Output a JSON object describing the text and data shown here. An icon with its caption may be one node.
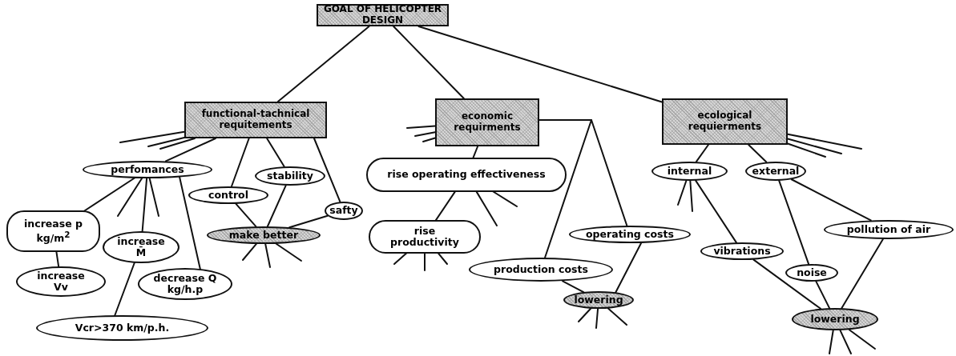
{
  "diagram": {
    "nodes": [
      {
        "text": [
          "GOAL OF HELICOPTER DESIGN"
        ]
      },
      {
        "text": [
          "functional-tachnical requitements"
        ]
      },
      {
        "text": [
          "economic requirments"
        ]
      },
      {
        "text": [
          "ecological requierments"
        ]
      },
      {
        "text": [
          "perfomances"
        ]
      },
      {
        "text": [
          "control"
        ]
      },
      {
        "text": [
          "stability"
        ]
      },
      {
        "text": [
          "safty"
        ]
      },
      {
        "text": [
          "make better"
        ]
      },
      {
        "text": [
          "increase p kg/m$^{2}$"
        ]
      },
      {
        "text": [
          "increase M̄"
        ]
      },
      {
        "text": [
          "increase Vv"
        ]
      },
      {
        "text": [
          "decrease Q kg/h.p"
        ]
      },
      {
        "text": [
          "Vcr>370 km/p.h."
        ]
      },
      {
        "text": [
          "rise operating effectiveness"
        ]
      },
      {
        "text": [
          "rise productivity"
        ]
      },
      {
        "text": [
          "operating costs"
        ]
      },
      {
        "text": [
          "production costs"
        ]
      },
      {
        "text": [
          "lowering"
        ]
      },
      {
        "text": [
          "internal"
        ]
      },
      {
        "text": [
          "external"
        ]
      },
      {
        "text": [
          "vibrations"
        ]
      },
      {
        "text": [
          "noise"
        ]
      },
      {
        "text": [
          "pollution of air"
        ]
      },
      {
        "text": [
          "lowering"
        ]
      }
    ],
    "edges": [
      {
        "from": 0,
        "to": 1,
        "arrow": "none"
      },
      {
        "from": 0,
        "to": 2,
        "arrow": "none"
      },
      {
        "from": 0,
        "to": 3,
        "arrow": "none"
      },
      {
        "from": 1,
        "to": 4,
        "arrow": "none"
      },
      {
        "from": 1,
        "to": 5,
        "arrow": "none"
      },
      {
        "from": 1,
        "to": 6,
        "arrow": "none"
      },
      {
        "from": 1,
        "to": 7,
        "arrow": "none"
      },
      {
        "from": 4,
        "to": 9,
        "arrow": "none"
      },
      {
        "from": 4,
        "to": 10,
        "arrow": "none"
      },
      {
        "from": 4,
        "to": 12,
        "arrow": "none"
      },
      {
        "from": 9,
        "to": 11,
        "arrow": "none"
      },
      {
        "from": 13,
        "to": 10,
        "arrow": "none"
      },
      {
        "from": 5,
        "to": 8,
        "arrow": "none"
      },
      {
        "from": 6,
        "to": 8,
        "arrow": "none"
      },
      {
        "from": 7,
        "to": 8,
        "arrow": "none"
      },
      {
        "from": 2,
        "to": 14,
        "arrow": "none"
      },
      {
        "from": 14,
        "to": 15,
        "arrow": "none"
      },
      {
        "from": 2,
        "to": 17,
        "arrow": "none"
      },
      {
        "from": 2,
        "to": 16,
        "arrow": "none"
      },
      {
        "from": 17,
        "to": 18,
        "arrow": "none"
      },
      {
        "from": 16,
        "to": 18,
        "arrow": "none"
      },
      {
        "from": 3,
        "to": 19,
        "arrow": "none"
      },
      {
        "from": 3,
        "to": 20,
        "arrow": "none"
      },
      {
        "from": 19,
        "to": 21,
        "arrow": "none"
      },
      {
        "from": 20,
        "to": 22,
        "arrow": "none"
      },
      {
        "from": 20,
        "to": 23,
        "arrow": "none"
      },
      {
        "from": 21,
        "to": 24,
        "arrow": "none"
      },
      {
        "from": 22,
        "to": 24,
        "arrow": "none"
      },
      {
        "from": 23,
        "to": 24,
        "arrow": "none"
      },
      {
        "from": 1,
        "to": null,
        "arrow": "none"
      },
      {
        "from": 1,
        "to": null,
        "arrow": "none"
      },
      {
        "from": 1,
        "to": null,
        "arrow": "none"
      },
      {
        "from": 2,
        "to": null,
        "arrow": "none"
      },
      {
        "from": 2,
        "to": null,
        "arrow": "none"
      },
      {
        "from": 2,
        "to": null,
        "arrow": "none"
      },
      {
        "from": 3,
        "to": null,
        "arrow": "none"
      },
      {
        "from": 3,
        "to": null,
        "arrow": "none"
      },
      {
        "from": 3,
        "to": null,
        "arrow": "none"
      },
      {
        "from": 4,
        "to": null,
        "arrow": "none"
      },
      {
        "from": 4,
        "to": null,
        "arrow": "none"
      },
      {
        "from": 8,
        "to": null,
        "arrow": "none"
      },
      {
        "from": 8,
        "to": null,
        "arrow": "none"
      },
      {
        "from": 8,
        "to": null,
        "arrow": "none"
      },
      {
        "from": 14,
        "to": null,
        "arrow": "none"
      },
      {
        "from": 14,
        "to": null,
        "arrow": "none"
      },
      {
        "from": 15,
        "to": null,
        "arrow": "none"
      },
      {
        "from": 15,
        "to": null,
        "arrow": "none"
      },
      {
        "from": 15,
        "to": null,
        "arrow": "none"
      },
      {
        "from": 18,
        "to": null,
        "arrow": "none"
      },
      {
        "from": 18,
        "to": null,
        "arrow": "none"
      },
      {
        "from": 18,
        "to": null,
        "arrow": "none"
      },
      {
        "from": 19,
        "to": null,
        "arrow": "none"
      },
      {
        "from": 19,
        "to": null,
        "arrow": "none"
      },
      {
        "from": 24,
        "to": null,
        "arrow": "none"
      },
      {
        "from": 24,
        "to": null,
        "arrow": "none"
      },
      {
        "from": 24,
        "to": null,
        "arrow": "none"
      }
    ]
  }
}
